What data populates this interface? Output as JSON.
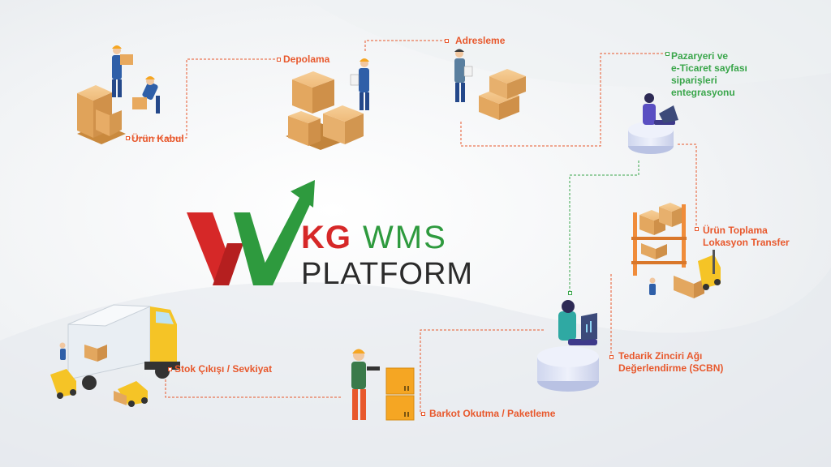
{
  "logo": {
    "kg": "KG",
    "wms": "WMS",
    "platform": "PLATFORM"
  },
  "steps": [
    {
      "id": "urun_kabul",
      "lines": [
        "Ürün Kabul"
      ]
    },
    {
      "id": "depolama",
      "lines": [
        "Depolama"
      ]
    },
    {
      "id": "adresleme",
      "lines": [
        "Adresleme"
      ]
    },
    {
      "id": "pazaryeri",
      "lines": [
        "Pazaryeri ve",
        "e-Ticaret sayfası",
        "siparişleri",
        "entegrasyonu"
      ]
    },
    {
      "id": "urun_toplama",
      "lines": [
        "Ürün Toplama",
        "Lokasyon Transfer"
      ]
    },
    {
      "id": "tedarik",
      "lines": [
        "Tedarik Zinciri Ağı",
        "Değerlendirme (SCBN)"
      ]
    },
    {
      "id": "barkot",
      "lines": [
        "Barkot Okutma / Paketleme"
      ]
    },
    {
      "id": "stok",
      "lines": [
        "Stok Çıkışı / Sevkiyat"
      ]
    }
  ],
  "colors": {
    "accent_orange": "#e8582c",
    "accent_green": "#3aa64b",
    "logo_red": "#d62828",
    "logo_dark": "#2b2b2b",
    "box": "#e9a962",
    "worker_blue": "#2f5fa8",
    "helmet": "#f5a623"
  }
}
